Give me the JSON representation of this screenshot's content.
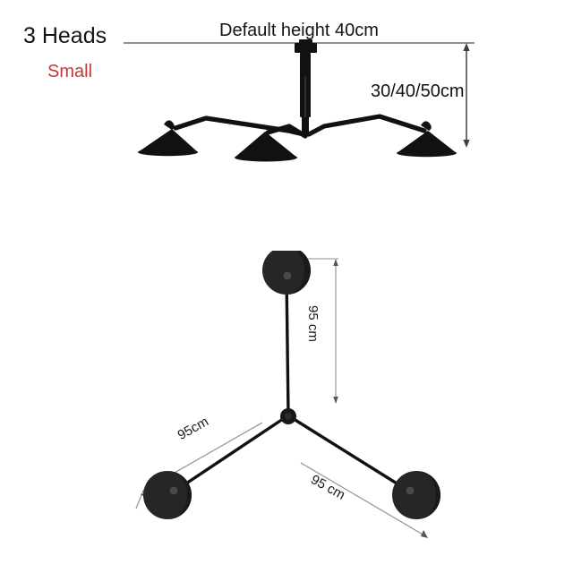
{
  "product": {
    "heads_label": "3 Heads",
    "size_label": "Small",
    "size_color": "#c23b3b",
    "body_color": "#111111"
  },
  "side_view": {
    "ceiling_label": "Default height 40cm",
    "drop_height_label": "30/40/50cm",
    "ceiling_line_color": "#6b6b6b",
    "dimension_line_color": "#4a4a4a"
  },
  "top_view": {
    "arm_vertical_label": "95 cm",
    "arm_left_label": "95cm",
    "arm_right_label": "95 cm",
    "dimension_line_color": "#8c8c8c"
  },
  "icons": {
    "ceiling_mount": "ceiling-mount-icon",
    "lamp_shade": "lamp-shade-cone-icon",
    "lamp_shade_top": "lamp-shade-top-icon",
    "hub": "arm-hub-icon",
    "arrow": "dimension-arrow-icon"
  }
}
